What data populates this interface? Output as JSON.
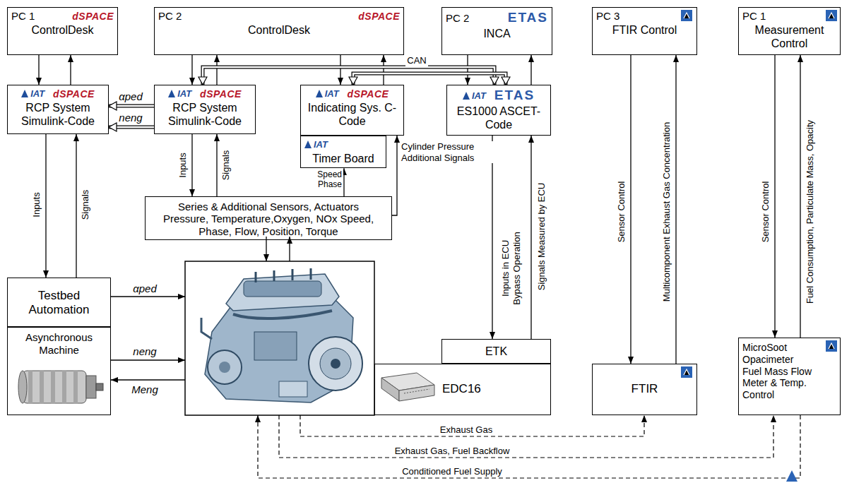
{
  "diagram": {
    "nodes": [
      {
        "text": [
          "PC 1",
          "dSPACE",
          "ControlDesk"
        ]
      },
      {
        "text": [
          "PC 2",
          "dSPACE",
          "ControlDesk"
        ]
      },
      {
        "text": [
          "PC 2",
          "ETAS",
          "INCA"
        ]
      },
      {
        "text": [
          "PC 3",
          "FTIR Control"
        ]
      },
      {
        "text": [
          "PC 1",
          "Measurement Control"
        ]
      },
      {
        "text": [
          "IAT",
          "dSPACE",
          "RCP System Simulink-Code"
        ]
      },
      {
        "text": [
          "IAT",
          "dSPACE",
          "RCP System Simulink-Code"
        ]
      },
      {
        "text": [
          "IAT",
          "dSPACE",
          "Indicating Sys. C-Code"
        ]
      },
      {
        "text": [
          "IAT",
          "Timer Board"
        ]
      },
      {
        "text": [
          "IAT",
          "ETAS",
          "ES1000 ASCET-Code"
        ]
      },
      {
        "text": [
          "Series & Additional Sensors, Actuators Pressure, Temperature,Oxygen, NOx Speed, Phase, Flow, Position, Torque"
        ]
      },
      {
        "text": [
          "Testbed Automation"
        ]
      },
      {
        "text": [
          "Asynchronous Machine"
        ]
      },
      {
        "text": [
          "ETK"
        ]
      },
      {
        "text": [
          "EDC16"
        ]
      },
      {
        "text": [
          "FTIR"
        ]
      },
      {
        "text": [
          "MicroSoot Opacimeter Fuel Mass Flow Meter & Temp. Control"
        ]
      }
    ],
    "edges": [
      {
        "from": 0,
        "to": 5,
        "arrow": "to"
      },
      {
        "from": 5,
        "to": 0,
        "arrow": "to"
      },
      {
        "from": 1,
        "to": 6,
        "arrow": "to"
      },
      {
        "from": 6,
        "to": 1,
        "arrow": "to"
      },
      {
        "from": 1,
        "to": 7,
        "arrow": "to"
      },
      {
        "from": 7,
        "to": 1,
        "arrow": "to"
      },
      {
        "from": 2,
        "to": 9,
        "arrow": "to"
      },
      {
        "from": 9,
        "to": 2,
        "arrow": "to"
      },
      {
        "from": 6,
        "to": 9,
        "arrow": "both",
        "label": "CAN"
      },
      {
        "from": 7,
        "to": 9,
        "arrow": "both"
      },
      {
        "from": 6,
        "to": 5,
        "arrow": "to",
        "label": "αped"
      },
      {
        "from": 6,
        "to": 5,
        "arrow": "to",
        "label": "neng"
      },
      {
        "from": 6,
        "to": 10,
        "arrow": "to",
        "label": "Inputs"
      },
      {
        "from": 10,
        "to": 6,
        "arrow": "to",
        "label": "Signals"
      },
      {
        "from": 5,
        "to": 11,
        "arrow": "to",
        "label": "Inputs"
      },
      {
        "from": 11,
        "to": 5,
        "arrow": "to",
        "label": "Signals"
      },
      {
        "from": 10,
        "to": 8,
        "arrow": "to",
        "label": "Speed Phase"
      },
      {
        "from": 10,
        "to": 7,
        "arrow": "to",
        "label": "Cylinder Pressure Additional Signals"
      },
      {
        "from": 9,
        "to": 13,
        "arrow": "to",
        "label": "Inputs in ECU Bypass Operation"
      },
      {
        "from": 13,
        "to": 9,
        "arrow": "to",
        "label": "Signals Measured by ECU"
      },
      {
        "from": 3,
        "to": 15,
        "arrow": "to",
        "label": "Sensor Control"
      },
      {
        "from": 15,
        "to": 3,
        "arrow": "to",
        "label": "Multicomponent Exhaust Gas Concentration"
      },
      {
        "from": 4,
        "to": 16,
        "arrow": "to",
        "label": "Sensor Control"
      },
      {
        "from": 16,
        "to": 4,
        "arrow": "to",
        "label": "Fuel Consumption, Particulate Mass, Opacity"
      }
    ],
    "labels": [
      "αped",
      "neng",
      "Meng",
      "Exhaust Gas",
      "Exhaust Gas, Fuel Backflow",
      "Conditioned Fuel Supply"
    ]
  }
}
